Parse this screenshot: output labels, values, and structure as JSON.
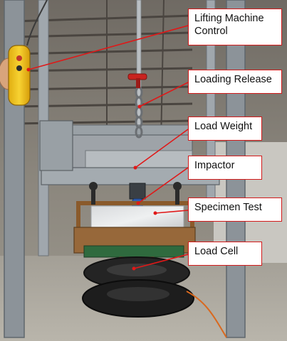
{
  "photo": {
    "subject": "drop-weight impact test rig",
    "colors": {
      "frame": "#8e969c",
      "callout_border": "#d31a1a",
      "pointer": "#e01818",
      "control_pendant": "#f2c51a",
      "tire": "#202020",
      "floor": "#a7a49c"
    }
  },
  "callouts": [
    {
      "id": "lifting-machine-control",
      "text": "Lifting Machine Control"
    },
    {
      "id": "loading-release",
      "text": "Loading Release"
    },
    {
      "id": "load-weight",
      "text": "Load Weight"
    },
    {
      "id": "impactor",
      "text": "Impactor"
    },
    {
      "id": "specimen-test",
      "text": "Specimen Test"
    },
    {
      "id": "load-cell",
      "text": "Load Cell"
    }
  ]
}
